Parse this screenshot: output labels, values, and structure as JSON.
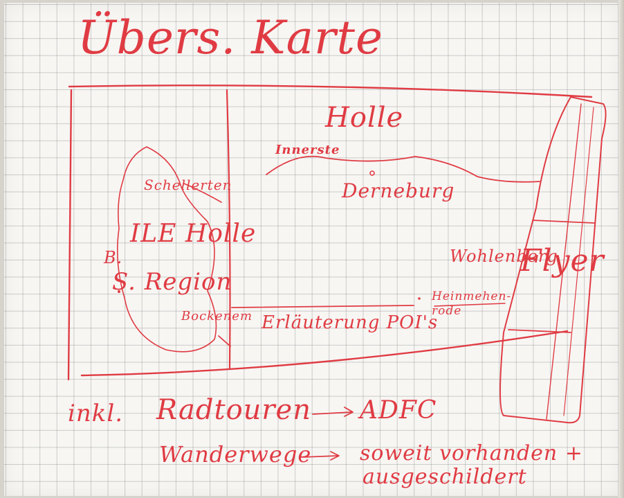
{
  "title": "Übers. Karte",
  "map": {
    "region_main": "Holle",
    "river": "Innerste",
    "place_1": "Derneburg",
    "place_2": "Heinmehen-rode",
    "place_3": "Bockenem",
    "blob_top": "Schellerten",
    "blob_center": "ILE Holle",
    "blob_b": "B.",
    "blob_region": "S. Region",
    "legend_note": "Erläuterung POI's"
  },
  "flyer": {
    "label": "Flyer",
    "prefix": "Wohlenberg"
  },
  "notes": {
    "line1_left": "inkl.",
    "line1_mid": "Radtouren",
    "line1_right": "ADFC",
    "line2_left": "Wanderwege",
    "line2_right": "soweit vorhanden +",
    "line2_right_cont": "ausgeschildert"
  },
  "colors": {
    "marker": "#e03b43"
  }
}
